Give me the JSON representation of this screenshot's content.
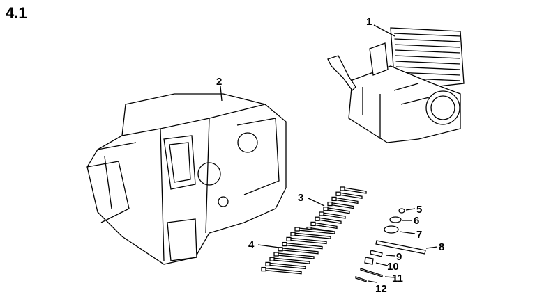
{
  "figure": {
    "title": "4.1"
  },
  "callouts": {
    "c1": "1",
    "c2": "2",
    "c3": "3",
    "c4": "4",
    "c5": "5",
    "c6": "6",
    "c7": "7",
    "c8": "8",
    "c9": "9",
    "c10": "10",
    "c11": "11",
    "c12": "12"
  }
}
